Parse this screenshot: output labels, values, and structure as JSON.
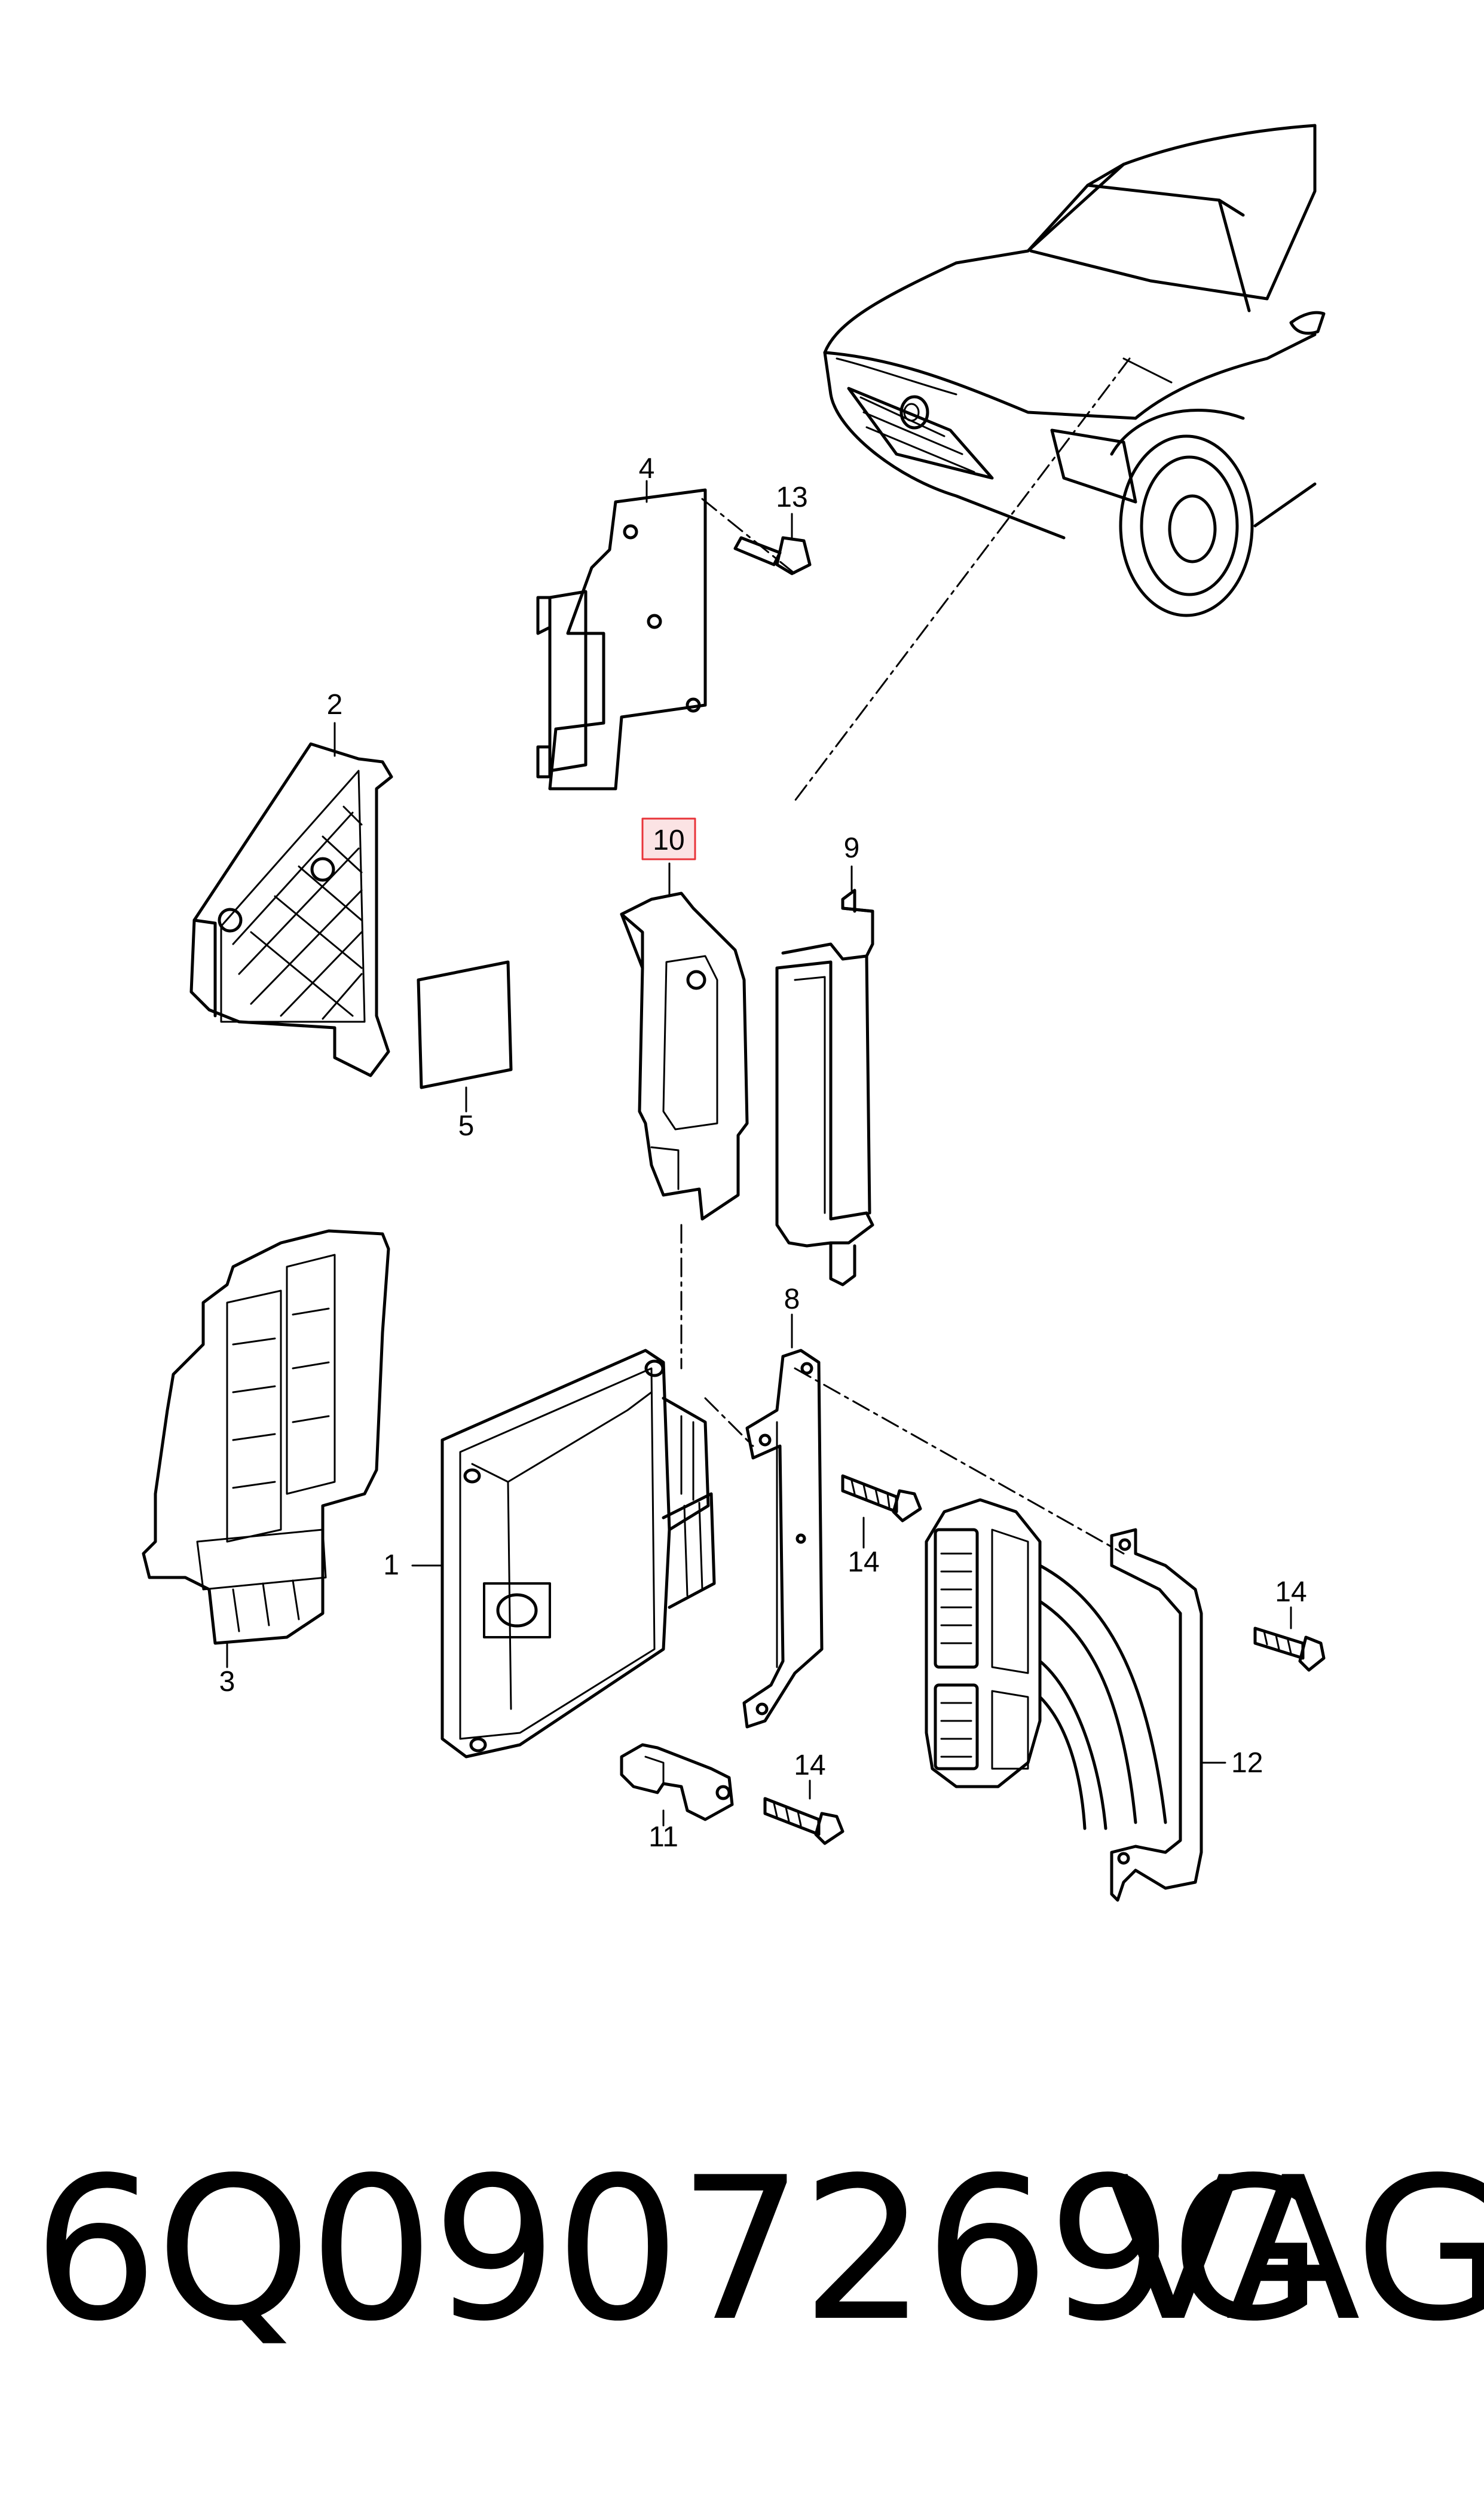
{
  "callouts": {
    "c1": "1",
    "c2": "2",
    "c3": "3",
    "c4": "4",
    "c5": "5",
    "c8": "8",
    "c9": "9",
    "c10": "10",
    "c11": "11",
    "c12": "12",
    "c13": "13",
    "c14a": "14",
    "c14b": "14",
    "c14c": "14"
  },
  "highlighted_callout": "10",
  "highlight_color": "#e8343a",
  "footer": {
    "part_number": "6Q0907269G",
    "brand": "VAG"
  }
}
